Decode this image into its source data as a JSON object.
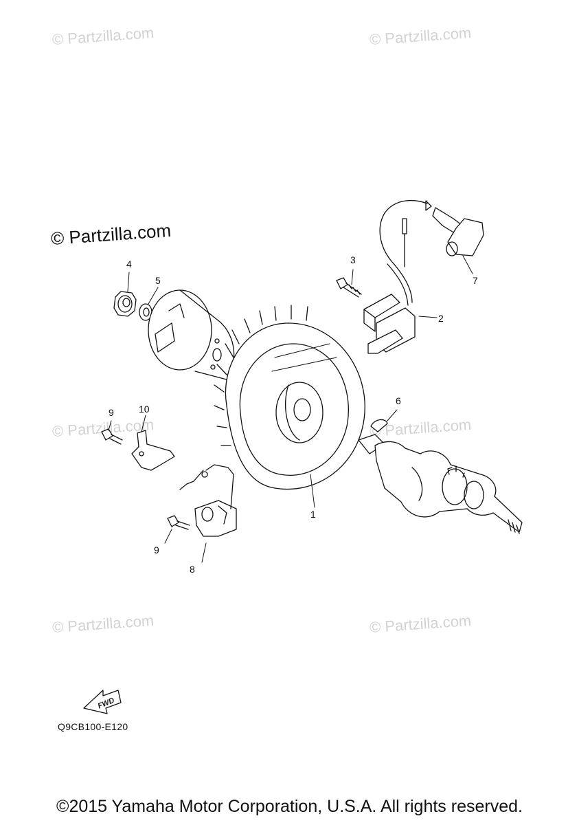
{
  "watermarks": {
    "faint": "© Partzilla.com",
    "dark": "© Partzilla.com"
  },
  "callouts": {
    "c1": "1",
    "c2": "2",
    "c3": "3",
    "c4": "4",
    "c5": "5",
    "c6": "6",
    "c7": "7",
    "c8": "8",
    "c9a": "9",
    "c9b": "9",
    "c10": "10"
  },
  "fwd_label": "FWD",
  "diagram_code": "Q9CB100-E120",
  "copyright": "©2015 Yamaha Motor Corporation, U.S.A. All rights reserved.",
  "colors": {
    "line": "#111111",
    "watermark": "#d2d2d2"
  }
}
